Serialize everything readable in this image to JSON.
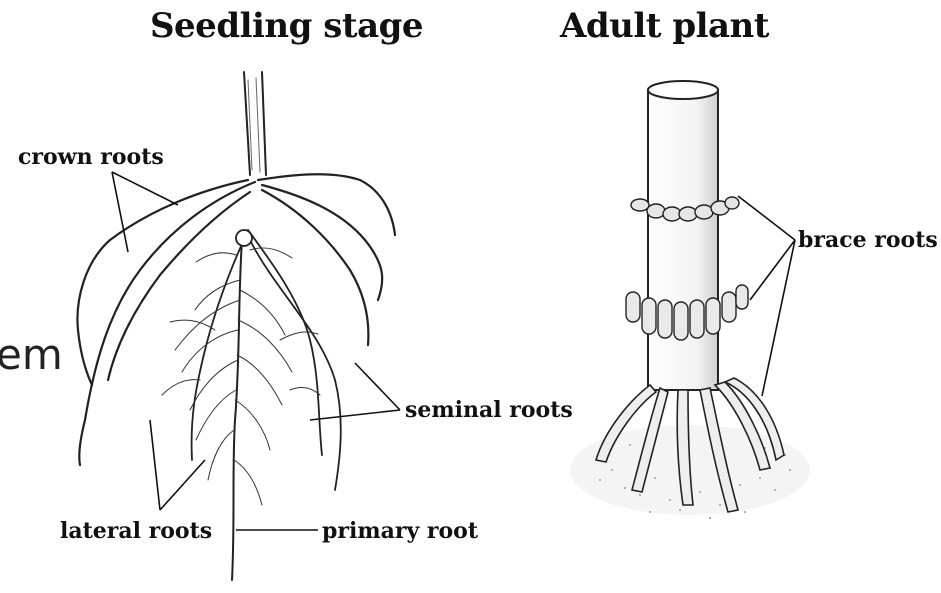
{
  "titles": {
    "seedling": "Seedling stage",
    "adult": "Adult plant"
  },
  "labels": {
    "crown_roots": "crown roots",
    "seminal_roots": "seminal roots",
    "lateral_roots": "lateral roots",
    "primary_root": "primary root",
    "brace_roots": "brace roots"
  },
  "cropped_text": "em"
}
